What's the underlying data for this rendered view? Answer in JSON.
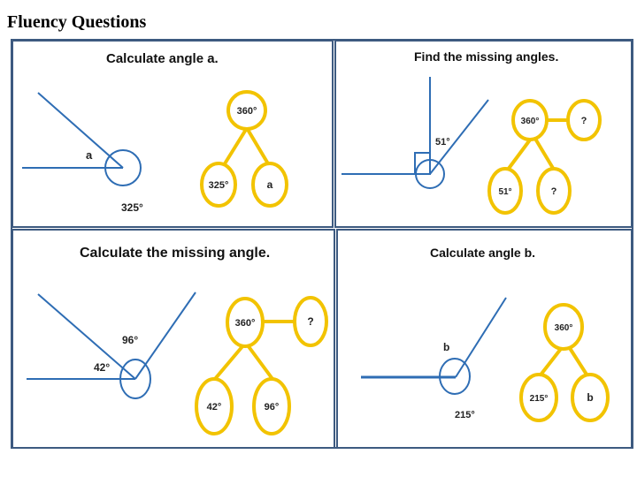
{
  "page": {
    "title": "Fluency Questions"
  },
  "panels": [
    {
      "heading": "Calculate angle a.",
      "angle_labels": [
        "a",
        "325°"
      ],
      "circles": [
        "360°",
        "325°",
        "a"
      ]
    },
    {
      "heading": "Find the missing angles.",
      "angle_labels": [
        "51°"
      ],
      "circles": [
        "360°",
        "?",
        "51°",
        "?"
      ]
    },
    {
      "heading": "Calculate the missing angle.",
      "angle_labels": [
        "96°",
        "42°"
      ],
      "circles": [
        "360°",
        "?",
        "42°",
        "96°"
      ]
    },
    {
      "heading": "Calculate angle b.",
      "angle_labels": [
        "b",
        "215°"
      ],
      "circles": [
        "360°",
        "215°",
        "b"
      ]
    }
  ],
  "colors": {
    "line": "#2e6db4",
    "circle": "#f2c300",
    "border": "#3d5a80"
  }
}
